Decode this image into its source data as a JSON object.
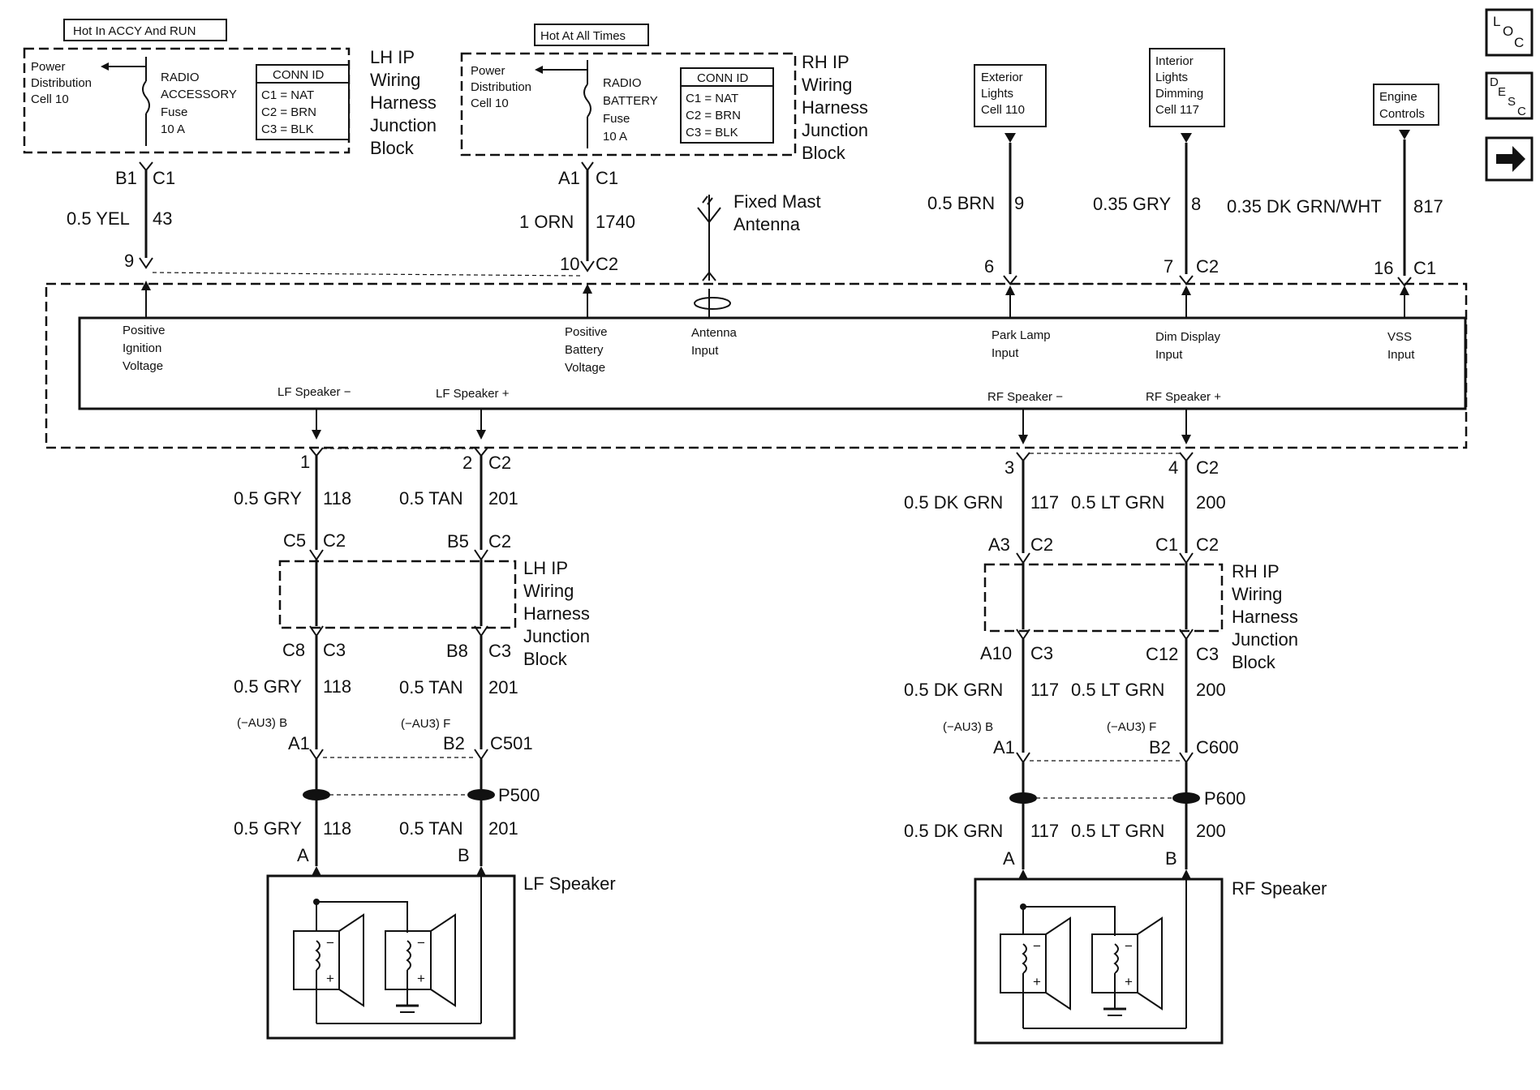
{
  "power_sources": {
    "accy_run": "Hot In ACCY And RUN",
    "all_times": "Hot At All Times"
  },
  "lh_fuse": {
    "power_dist": [
      "Power",
      "Distribution",
      "Cell 10"
    ],
    "fuse": [
      "RADIO",
      "ACCESSORY",
      "Fuse",
      "10 A"
    ],
    "conn_title": "CONN ID",
    "conn": [
      "C1 = NAT",
      "C2 = BRN",
      "C3 = BLK"
    ],
    "block_label": [
      "LH IP",
      "Wiring",
      "Harness",
      "Junction",
      "Block"
    ]
  },
  "rh_fuse": {
    "power_dist": [
      "Power",
      "Distribution",
      "Cell 10"
    ],
    "fuse": [
      "RADIO",
      "BATTERY",
      "Fuse",
      "10 A"
    ],
    "conn_title": "CONN ID",
    "conn": [
      "C1 = NAT",
      "C2 = BRN",
      "C3 = BLK"
    ],
    "block_label": [
      "RH IP",
      "Wiring",
      "Harness",
      "Junction",
      "Block"
    ]
  },
  "ignition_wire": {
    "pin": "B1",
    "conn": "C1",
    "wire": "0.5 YEL",
    "circuit": "43",
    "radio_pin": "9"
  },
  "battery_wire": {
    "pin": "A1",
    "conn": "C1",
    "wire": "1 ORN",
    "circuit": "1740",
    "radio_pin": "10",
    "radio_conn": "C2"
  },
  "antenna": {
    "label": [
      "Fixed Mast",
      "Antenna"
    ]
  },
  "refs": {
    "exterior": [
      "Exterior",
      "Lights",
      "Cell 110"
    ],
    "interior": [
      "Interior",
      "Lights",
      "Dimming",
      "Cell 117"
    ],
    "engine": [
      "Engine",
      "Controls"
    ]
  },
  "park_wire": {
    "wire": "0.5 BRN",
    "circuit": "9",
    "radio_pin": "6"
  },
  "dim_wire": {
    "wire": "0.35 GRY",
    "circuit": "8",
    "radio_pin": "7",
    "radio_conn": "C2"
  },
  "vss_wire": {
    "wire": "0.35 DK GRN/WHT",
    "circuit": "817",
    "radio_pin": "16",
    "radio_conn": "C1"
  },
  "radio_inputs": {
    "ignition": [
      "Positive",
      "Ignition",
      "Voltage"
    ],
    "battery": [
      "Positive",
      "Battery",
      "Voltage"
    ],
    "antenna": [
      "Antenna",
      "Input"
    ],
    "park": [
      "Park Lamp",
      "Input"
    ],
    "dim": [
      "Dim Display",
      "Input"
    ],
    "vss": [
      "VSS",
      "Input"
    ]
  },
  "speaker_outputs": {
    "lf_minus": "LF Speaker  −",
    "lf_plus": "LF Speaker  +",
    "rf_minus": "RF Speaker  −",
    "rf_plus": "RF Speaker  +"
  },
  "lf": {
    "minus": {
      "radio_pin": "1",
      "wire": "0.5 GRY",
      "circuit": "118",
      "jb_in_pin": "C5",
      "jb_in_conn": "C2",
      "jb_out_pin": "C8",
      "jb_out_conn": "C3",
      "option": "(−AU3) B",
      "inline_pin": "A1",
      "speaker_pin": "A"
    },
    "plus": {
      "radio_pin": "2",
      "radio_conn": "C2",
      "wire": "0.5 TAN",
      "circuit": "201",
      "jb_in_pin": "B5",
      "jb_in_conn": "C2",
      "jb_out_pin": "B8",
      "jb_out_conn": "C3",
      "option": "(−AU3) F",
      "inline_pin": "B2",
      "inline_conn": "C501",
      "speaker_pin": "B"
    },
    "splice_pack": "P500",
    "block_label": [
      "LH IP",
      "Wiring",
      "Harness",
      "Junction",
      "Block"
    ],
    "speaker_label": "LF Speaker"
  },
  "rf": {
    "minus": {
      "radio_pin": "3",
      "wire": "0.5 DK GRN",
      "circuit": "117",
      "jb_in_pin": "A3",
      "jb_in_conn": "C2",
      "jb_out_pin": "A10",
      "jb_out_conn": "C3",
      "option": "(−AU3) B",
      "inline_pin": "A1",
      "speaker_pin": "A"
    },
    "plus": {
      "radio_pin": "4",
      "radio_conn": "C2",
      "wire": "0.5 LT GRN",
      "circuit": "200",
      "jb_in_pin": "C1",
      "jb_in_conn": "C2",
      "jb_out_pin": "C12",
      "jb_out_conn": "C3",
      "option": "(−AU3) F",
      "inline_pin": "B2",
      "inline_conn": "C600",
      "speaker_pin": "B"
    },
    "splice_pack": "P600",
    "block_label": [
      "RH IP",
      "Wiring",
      "Harness",
      "Junction",
      "Block"
    ],
    "speaker_label": "RF Speaker"
  },
  "nav": {
    "loc": [
      "L",
      "O",
      "C"
    ],
    "desc": [
      "D",
      "E",
      "S",
      "C"
    ],
    "next_icon": "arrow-right-icon"
  },
  "speaker_symbol": {
    "minus": "−",
    "plus": "+"
  }
}
